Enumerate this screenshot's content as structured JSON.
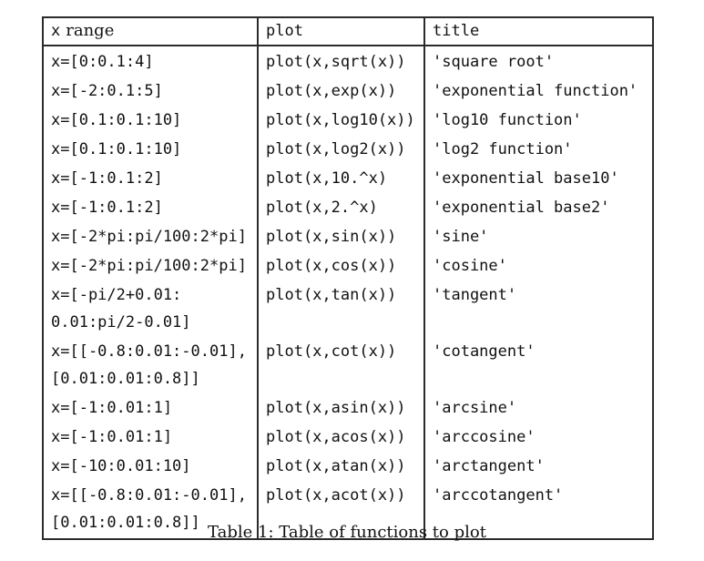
{
  "page": {
    "background": "#ffffff",
    "rule_color": "#2b2b2b",
    "text_color": "#111111"
  },
  "table": {
    "header": {
      "x_code": "x",
      "x_label": "range",
      "plot": "plot",
      "title": "title"
    },
    "rows": [
      {
        "range": [
          "x=[0:0.1:4]"
        ],
        "plot": "plot(x,sqrt(x))",
        "title": "'square root'"
      },
      {
        "range": [
          "x=[-2:0.1:5]"
        ],
        "plot": "plot(x,exp(x))",
        "title": "'exponential function'"
      },
      {
        "range": [
          "x=[0.1:0.1:10]"
        ],
        "plot": "plot(x,log10(x))",
        "title": "'log10 function'"
      },
      {
        "range": [
          "x=[0.1:0.1:10]"
        ],
        "plot": "plot(x,log2(x))",
        "title": "'log2 function'"
      },
      {
        "range": [
          "x=[-1:0.1:2]"
        ],
        "plot": "plot(x,10.^x)",
        "title": "'exponential base10'"
      },
      {
        "range": [
          "x=[-1:0.1:2]"
        ],
        "plot": "plot(x,2.^x)",
        "title": "'exponential base2'"
      },
      {
        "range": [
          "x=[-2*pi:pi/100:2*pi]"
        ],
        "plot": "plot(x,sin(x))",
        "title": "'sine'"
      },
      {
        "range": [
          "x=[-2*pi:pi/100:2*pi]"
        ],
        "plot": "plot(x,cos(x))",
        "title": "'cosine'"
      },
      {
        "range": [
          "x=[-pi/2+0.01:",
          "0.01:pi/2-0.01]"
        ],
        "plot": "plot(x,tan(x))",
        "title": "'tangent'"
      },
      {
        "range": [
          "x=[[-0.8:0.01:-0.01],",
          "[0.01:0.01:0.8]]"
        ],
        "plot": "plot(x,cot(x))",
        "title": "'cotangent'"
      },
      {
        "range": [
          "x=[-1:0.01:1]"
        ],
        "plot": "plot(x,asin(x))",
        "title": "'arcsine'"
      },
      {
        "range": [
          "x=[-1:0.01:1]"
        ],
        "plot": "plot(x,acos(x))",
        "title": "'arccosine'"
      },
      {
        "range": [
          "x=[-10:0.01:10]"
        ],
        "plot": "plot(x,atan(x))",
        "title": "'arctangent'"
      },
      {
        "range": [
          "x=[[-0.8:0.01:-0.01],",
          "[0.01:0.01:0.8]]"
        ],
        "plot": "plot(x,acot(x))",
        "title": "'arccotangent'"
      }
    ]
  },
  "caption": "Table 1: Table of functions to plot"
}
